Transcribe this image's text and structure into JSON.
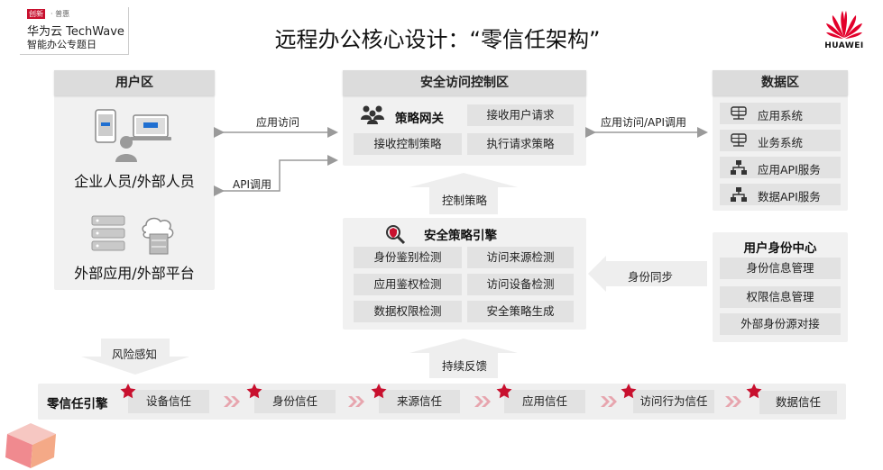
{
  "logo": {
    "line1_a": "创新",
    "line1_b": "· 普惠",
    "line2": "华为云 TechWave",
    "line3": "智能办公专题日"
  },
  "title": "远程办公核心设计：“零信任架构”",
  "brand": {
    "name": "HUAWEI",
    "color": "#e3002b"
  },
  "user_zone": {
    "header": "用户区",
    "group1": "企业人员/外部人员",
    "group2": "外部应用/外部平台"
  },
  "access_zone": {
    "header": "安全访问控制区",
    "gateway": "策略网关",
    "cells": [
      "接收用户请求",
      "接收控制策略",
      "执行请求策略"
    ]
  },
  "data_zone": {
    "header": "数据区",
    "items": [
      "应用系统",
      "业务系统",
      "应用API服务",
      "数据API服务"
    ]
  },
  "engine": {
    "title": "安全策略引擎",
    "cells": [
      "身份鉴别检测",
      "访问来源检测",
      "应用鉴权检测",
      "访问设备检测",
      "数据权限检测",
      "安全策略生成"
    ]
  },
  "identity_center": {
    "header": "用户身份中心",
    "items": [
      "身份信息管理",
      "权限信息管理",
      "外部身份源对接"
    ]
  },
  "connectors": {
    "app_access": "应用访问",
    "api_call": "API调用",
    "app_api_access": "应用访问/API调用",
    "control_policy": "控制策略",
    "identity_sync": "身份同步",
    "risk_sense": "风险感知",
    "continuous_feedback": "持续反馈"
  },
  "zero_trust": {
    "label": "零信任引擎",
    "items": [
      "设备信任",
      "身份信任",
      "来源信任",
      "应用信任",
      "访问行为信任",
      "数据信任"
    ]
  },
  "colors": {
    "accent_red": "#c8102e",
    "panel": "#f1f1f1",
    "cell": "#e2e2e2",
    "arrow": "#9a9a9a"
  }
}
